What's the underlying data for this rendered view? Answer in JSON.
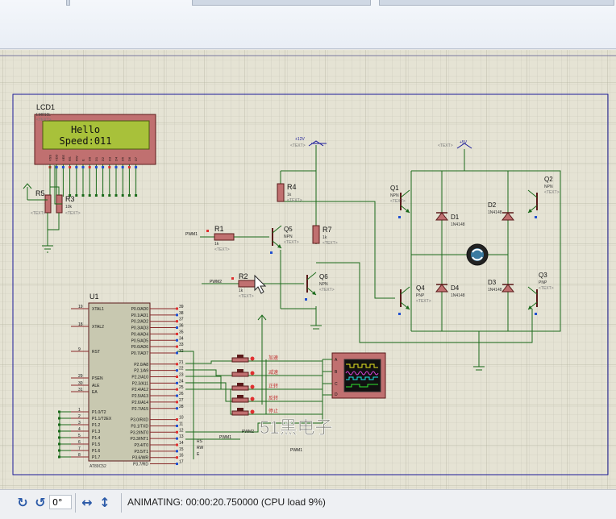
{
  "status": {
    "rotation_value": "0°",
    "message": "ANIMATING: 00:00:20.750000 (CPU load 9%)"
  },
  "lcd": {
    "ref": "LCD1",
    "model": "LM016L",
    "placeholder": "<TEXT>",
    "line1": "Hello",
    "line2": "Speed:011",
    "pins": [
      "VSS",
      "VDD",
      "VEE",
      "RS",
      "RW",
      "E",
      "D0",
      "D1",
      "D2",
      "D3",
      "D4",
      "D5",
      "D6",
      "D7"
    ]
  },
  "mcu": {
    "ref": "U1",
    "model": "AT89C52",
    "left_pins": [
      {
        "num": "19",
        "name": "XTAL1"
      },
      {
        "num": "18",
        "name": "XTAL2"
      },
      {
        "num": "9",
        "name": "RST"
      },
      {
        "num": "29",
        "name": "PSEN"
      },
      {
        "num": "30",
        "name": "ALE"
      },
      {
        "num": "31",
        "name": "EA"
      },
      {
        "num": "1",
        "name": "P1.0/T2"
      },
      {
        "num": "2",
        "name": "P1.1/T2EX"
      },
      {
        "num": "3",
        "name": "P1.2"
      },
      {
        "num": "4",
        "name": "P1.3"
      },
      {
        "num": "5",
        "name": "P1.4"
      },
      {
        "num": "6",
        "name": "P1.5"
      },
      {
        "num": "7",
        "name": "P1.6"
      },
      {
        "num": "8",
        "name": "P1.7"
      }
    ],
    "right_pins": [
      {
        "num": "39",
        "name": "P0.0/AD0"
      },
      {
        "num": "38",
        "name": "P0.1/AD1"
      },
      {
        "num": "37",
        "name": "P0.2/AD2"
      },
      {
        "num": "36",
        "name": "P0.3/AD3"
      },
      {
        "num": "35",
        "name": "P0.4/AD4"
      },
      {
        "num": "34",
        "name": "P0.5/AD5"
      },
      {
        "num": "33",
        "name": "P0.6/AD6"
      },
      {
        "num": "32",
        "name": "P0.7/AD7"
      },
      {
        "num": "21",
        "name": "P2.0/A8"
      },
      {
        "num": "22",
        "name": "P2.1/A9"
      },
      {
        "num": "23",
        "name": "P2.2/A10"
      },
      {
        "num": "24",
        "name": "P2.3/A11"
      },
      {
        "num": "25",
        "name": "P2.4/A12"
      },
      {
        "num": "26",
        "name": "P2.5/A13"
      },
      {
        "num": "27",
        "name": "P2.6/A14"
      },
      {
        "num": "28",
        "name": "P2.7/A15"
      },
      {
        "num": "10",
        "name": "P3.0/RXD"
      },
      {
        "num": "11",
        "name": "P3.1/TXD"
      },
      {
        "num": "12",
        "name": "P3.2/INT0"
      },
      {
        "num": "13",
        "name": "P3.3/INT1"
      },
      {
        "num": "14",
        "name": "P3.4/T0"
      },
      {
        "num": "15",
        "name": "P3.5/T1"
      },
      {
        "num": "16",
        "name": "P3.6/WR"
      },
      {
        "num": "17",
        "name": "P3.7/RD"
      }
    ],
    "bottom_labels": [
      "RS",
      "RW",
      "E"
    ]
  },
  "resistors": {
    "r1": {
      "ref": "R1",
      "value": "1k",
      "net": "PWM1"
    },
    "r2": {
      "ref": "R2",
      "value": "1k",
      "net": "PWM2"
    },
    "r3": {
      "ref": "R3",
      "value": "10k"
    },
    "r4": {
      "ref": "R4",
      "value": "1k"
    },
    "r5": {
      "ref": "R5"
    },
    "r7": {
      "ref": "R7",
      "value": "1k"
    }
  },
  "transistors": {
    "q1": {
      "ref": "Q1",
      "type": "NPN"
    },
    "q2": {
      "ref": "Q2",
      "type": "NPN"
    },
    "q3": {
      "ref": "Q3",
      "type": "PNP"
    },
    "q4": {
      "ref": "Q4",
      "type": "PNP"
    },
    "q5": {
      "ref": "Q5",
      "type": "NPN"
    },
    "q6": {
      "ref": "Q6",
      "type": "NPN"
    }
  },
  "diodes": {
    "d1": {
      "ref": "D1",
      "model": "1N4148"
    },
    "d2": {
      "ref": "D2",
      "model": "1N4148"
    },
    "d3": {
      "ref": "D3",
      "model": "1N4148"
    },
    "d4": {
      "ref": "D4",
      "model": "1N4148"
    }
  },
  "power": {
    "left": "+12V",
    "right": "+5V"
  },
  "buttons": [
    "加速",
    "减速",
    "正转",
    "反转",
    "停止"
  ],
  "scope": {
    "pins": [
      "A",
      "B",
      "C",
      "D"
    ]
  },
  "nets": {
    "pwm1": "PWM1",
    "pwm2": "PWM2"
  },
  "watermark": "51黑电子",
  "placeholder": "<TEXT>"
}
